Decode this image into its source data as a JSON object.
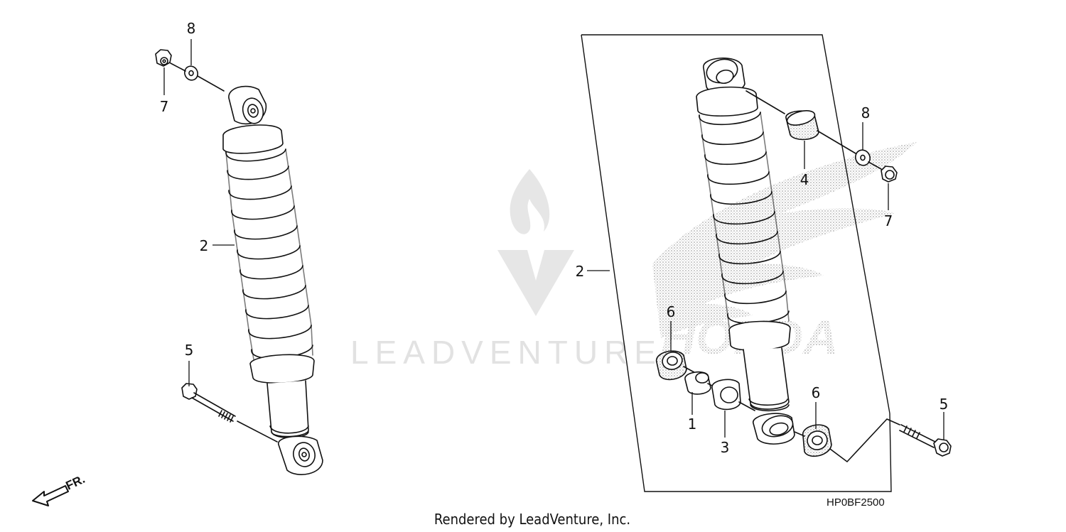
{
  "diagram": {
    "left_callouts": {
      "c8": "8",
      "c7": "7",
      "c2": "2",
      "c5": "5"
    },
    "right_callouts": {
      "c8": "8",
      "c4": "4",
      "c7": "7",
      "c2": "2",
      "c6a": "6",
      "c6b": "6",
      "c1": "1",
      "c3": "3",
      "c5": "5"
    },
    "front_arrow_label": "FR.",
    "diagram_code": "HP0BF2500",
    "footer_text": "Rendered by LeadVenture, Inc.",
    "watermark_text": "LEADVENTURE",
    "brand_watermark": "HONDA"
  },
  "colors": {
    "line": "#111111",
    "watermark": "#e2e2e2",
    "brand_dots": "#9a9a9a"
  }
}
